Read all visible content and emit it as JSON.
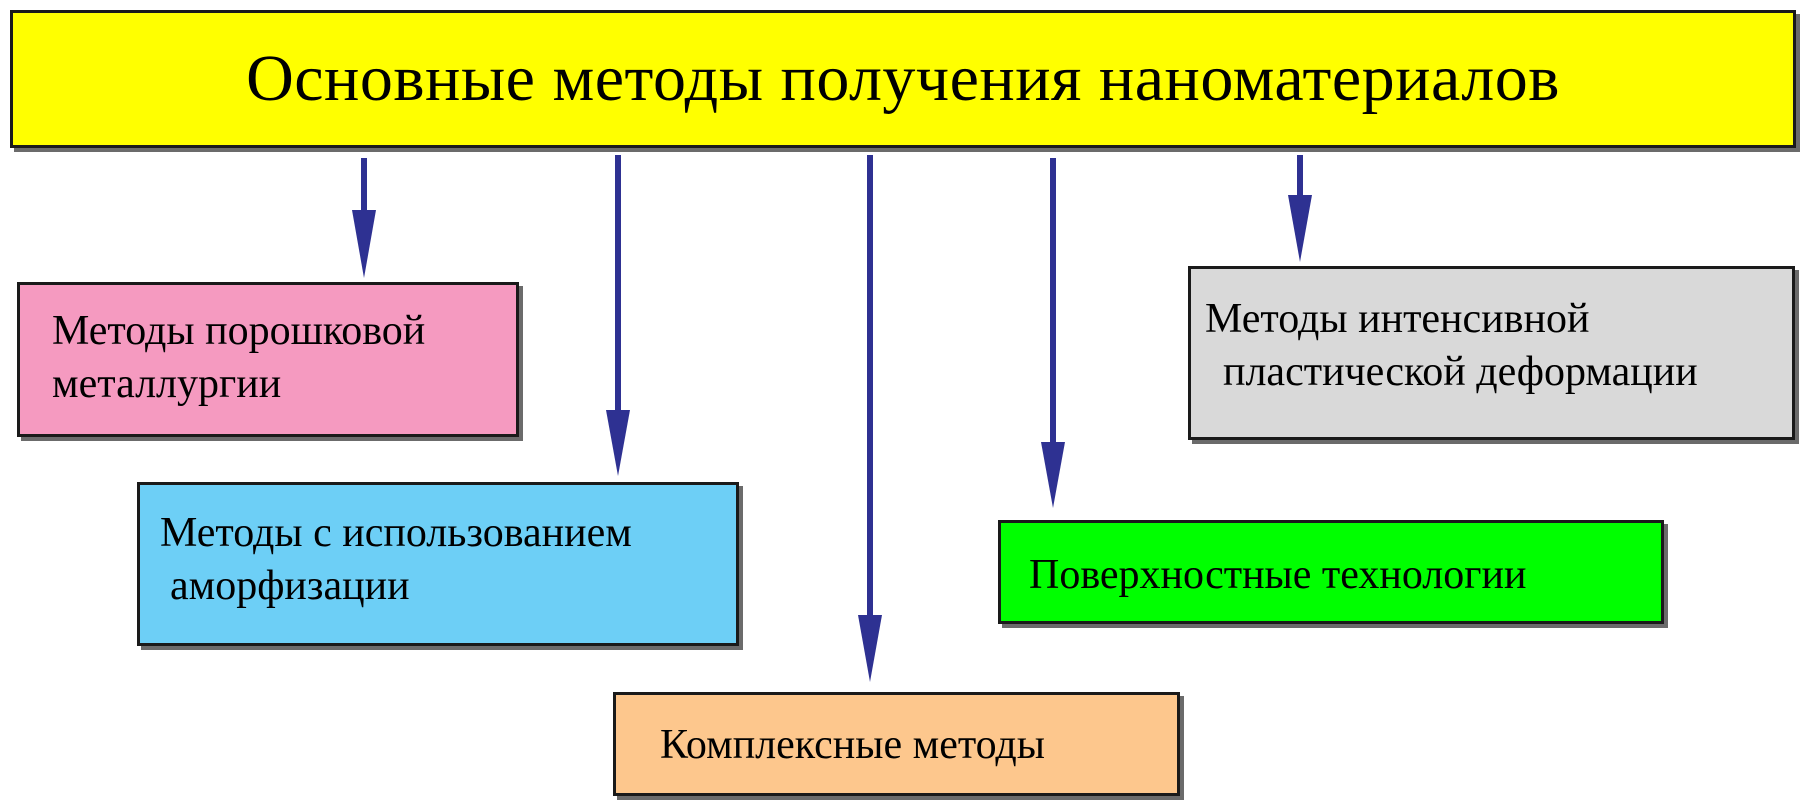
{
  "title": "Основные методы получения наноматериалов",
  "colors": {
    "title_fill": "#ffff00",
    "powder_fill": "#f59ac0",
    "amorph_fill": "#6dcff6",
    "complex_fill": "#fdc78d",
    "surface_fill": "#00ff00",
    "spd_fill": "#d9d9d9",
    "arrow": "#2e3192",
    "border": "#1a1a1a"
  },
  "nodes": {
    "powder": {
      "lines": [
        "Методы порошковой",
        "металлургии"
      ]
    },
    "amorph": {
      "lines": [
        "Методы с использованием",
        "аморфизации"
      ]
    },
    "complex": {
      "lines": [
        "Комплексные методы"
      ]
    },
    "surface": {
      "lines": [
        "Поверхностные технологии"
      ]
    },
    "spd": {
      "lines": [
        "Методы интенсивной",
        "пластической деформации"
      ]
    }
  }
}
